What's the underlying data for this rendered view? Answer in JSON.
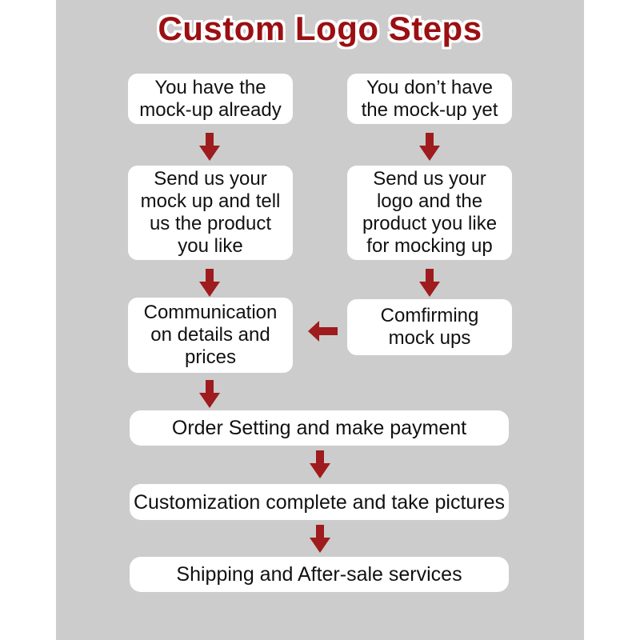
{
  "title": "Custom Logo Steps",
  "colors": {
    "background": "#ffffff",
    "panel": "#cccccc",
    "box": "#ffffff",
    "title_red": "#9a1013",
    "arrow_red": "#9e1b1e",
    "text": "#111111"
  },
  "flow": {
    "left_column": [
      {
        "text": "You have the\nmock-up already"
      },
      {
        "text": "Send us your\nmock up and tell\nus the product\nyou like"
      },
      {
        "text": "Communication\non details and\nprices"
      }
    ],
    "right_column": [
      {
        "text": "You don’t have\nthe mock-up yet"
      },
      {
        "text": "Send us your\nlogo and the\nproduct you like\nfor mocking up"
      },
      {
        "text": "Comfirming\nmock ups"
      }
    ],
    "merged_steps": [
      {
        "text": "Order Setting and make payment"
      },
      {
        "text": "Customization complete and take pictures"
      },
      {
        "text": "Shipping and After-sale services"
      }
    ]
  }
}
